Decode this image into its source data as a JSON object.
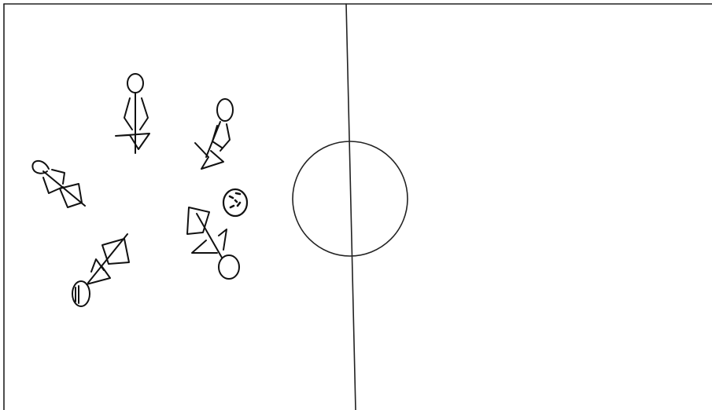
{
  "sketch": {
    "description_visible_text": "",
    "field": {
      "line_color": "#222222",
      "background": "#ffffff"
    },
    "players": [
      {
        "id": "top",
        "pose": "standing"
      },
      {
        "id": "top-right",
        "pose": "kicking"
      },
      {
        "id": "left",
        "pose": "lying"
      },
      {
        "id": "center",
        "pose": "with-ball"
      },
      {
        "id": "bottom-left",
        "pose": "lying"
      }
    ],
    "ball": {
      "icon": "soccer-ball-icon"
    }
  }
}
